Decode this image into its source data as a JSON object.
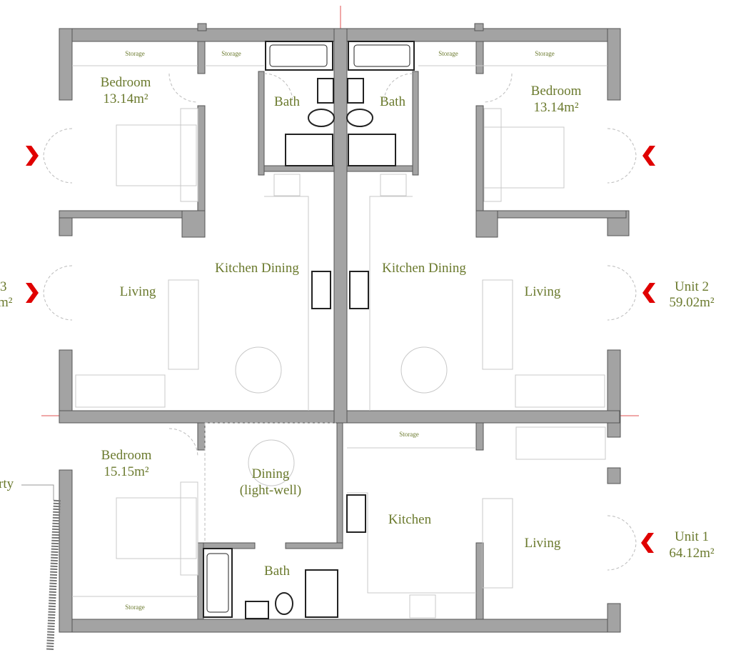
{
  "rooms": {
    "ul_storage1": "Storage",
    "ul_storage2": "Storage",
    "ur_storage1": "Storage",
    "ur_storage2": "Storage",
    "ul_bedroom": "Bedroom",
    "ul_bedroom_area": "13.14m²",
    "ur_bedroom": "Bedroom",
    "ur_bedroom_area": "13.14m²",
    "ul_bath": "Bath",
    "ur_bath": "Bath",
    "ul_kitchen": "Kitchen Dining",
    "ur_kitchen": "Kitchen Dining",
    "ul_living": "Living",
    "ur_living": "Living",
    "ll_bedroom": "Bedroom",
    "ll_bedroom_area": "15.15m²",
    "ll_dining": "Dining",
    "ll_dining_sub": "(light-well)",
    "ll_bath": "Bath",
    "ll_storage": "Storage",
    "lr_storage": "Storage",
    "lr_kitchen": "Kitchen",
    "lr_living": "Living"
  },
  "units": {
    "unit3_partial": "3",
    "unit3_area_partial": "m²",
    "unit2": "Unit 2",
    "unit2_area": "59.02m²",
    "unit1": "Unit 1",
    "unit1_area": "64.12m²",
    "property_partial": "rty"
  },
  "colors": {
    "label": "#6b7a2e",
    "entrance_marker": "#e00000",
    "axis": "#e05050",
    "wall": "#a3a3a3"
  }
}
